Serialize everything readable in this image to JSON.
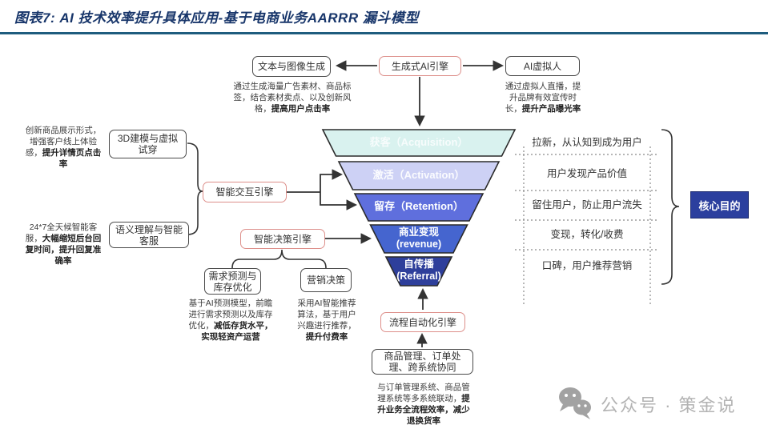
{
  "header": {
    "title": "图表7: AI 技术效率提升具体应用-基于电商业务AARRR 漏斗模型"
  },
  "top": {
    "left_box": "文本与图像生成",
    "center_box": "生成式AI引擎",
    "right_box": "AI虚拟人",
    "left_note": {
      "pre": "通过生成海量广告素材、商品标签，结合素材卖点、以及创新风格，",
      "bold": "提高用户点击率"
    },
    "right_note": {
      "pre": "通过虚拟人直播，提升品牌有效宣传时长，",
      "bold": "提升产品曝光率"
    }
  },
  "left": {
    "note1": {
      "pre": "创新商品展示形式，增强客户线上体验感，",
      "bold": "提升详情页点击率"
    },
    "box_3d": "3D建模与虚拟试穿",
    "note2": {
      "pre": "24*7全天候智能客服，",
      "bold": "大幅缩短后台回复时间，提升回复准确率"
    },
    "box_semantic": "语义理解与智能客服",
    "engine_interaction": "智能交互引擎",
    "engine_decision": "智能决策引擎",
    "box_forecast": "需求预测与库存优化",
    "box_marketing": "营销决策",
    "note3": {
      "pre": "基于AI预测模型，前瞻进行需求预测以及库存优化，",
      "bold": "减低存货水平，实现轻资产运营"
    },
    "note4": {
      "pre": "采用AI智能推荐算法，基于用户兴趣进行推荐，",
      "bold": "提升付费率"
    }
  },
  "funnel": {
    "layers": [
      {
        "label": "获客（Acquisition）",
        "color": "#d9f2ef",
        "desc": "拉新，从认知到成为用户"
      },
      {
        "label": "激活（Activation）",
        "color": "#cdd1f5",
        "desc": "用户发现产品价值"
      },
      {
        "label": "留存（Retention）",
        "color": "#5f6fdd",
        "desc": "留住用户，防止用户流失"
      },
      {
        "label": "商业变现",
        "label2": "(revenue)",
        "color": "#4565cf",
        "desc": "变现，转化/收费"
      },
      {
        "label": "自传播",
        "label2": "(Referral)",
        "color": "#2e3f9b",
        "desc": "口碑，用户推荐营销"
      }
    ],
    "goal": "核心目的"
  },
  "bottom": {
    "engine_automation": "流程自动化引擎",
    "box_ops": "商品管理、订单处理、跨系统协同",
    "note": {
      "pre": "与订单管理系统、商品管理系统等多系统联动，",
      "bold": "提升业务全流程效率，减少退换货率"
    }
  },
  "watermark": {
    "text": "公众号 · 策金说"
  },
  "colors": {
    "title": "#17356a",
    "title_rule": "#1e5c7e",
    "engine_border": "#dd8f8a",
    "box_border": "#4a4a4a",
    "connector": "#333333",
    "goal_bg": "#2b3f9e",
    "watermark": "#b3b3b3"
  }
}
